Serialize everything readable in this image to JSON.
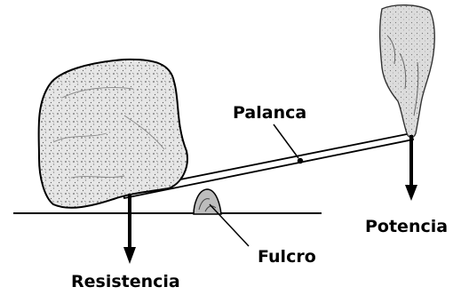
{
  "labels": {
    "palanca": "Palanca",
    "fulcro": "Fulcro",
    "potencia": "Potencia",
    "resistencia": "Resistencia"
  },
  "illustration": {
    "objects": [
      "rock",
      "lever-bar",
      "fulcrum",
      "pointing-hand",
      "ground-line"
    ],
    "arrows": [
      "potencia-arrow",
      "resistencia-arrow"
    ],
    "colors": {
      "ink": "#000000",
      "rock_fill": "#e4e4e4",
      "hand_fill": "#d9d9d9",
      "fulcrum_fill": "#bdbdbd"
    }
  }
}
